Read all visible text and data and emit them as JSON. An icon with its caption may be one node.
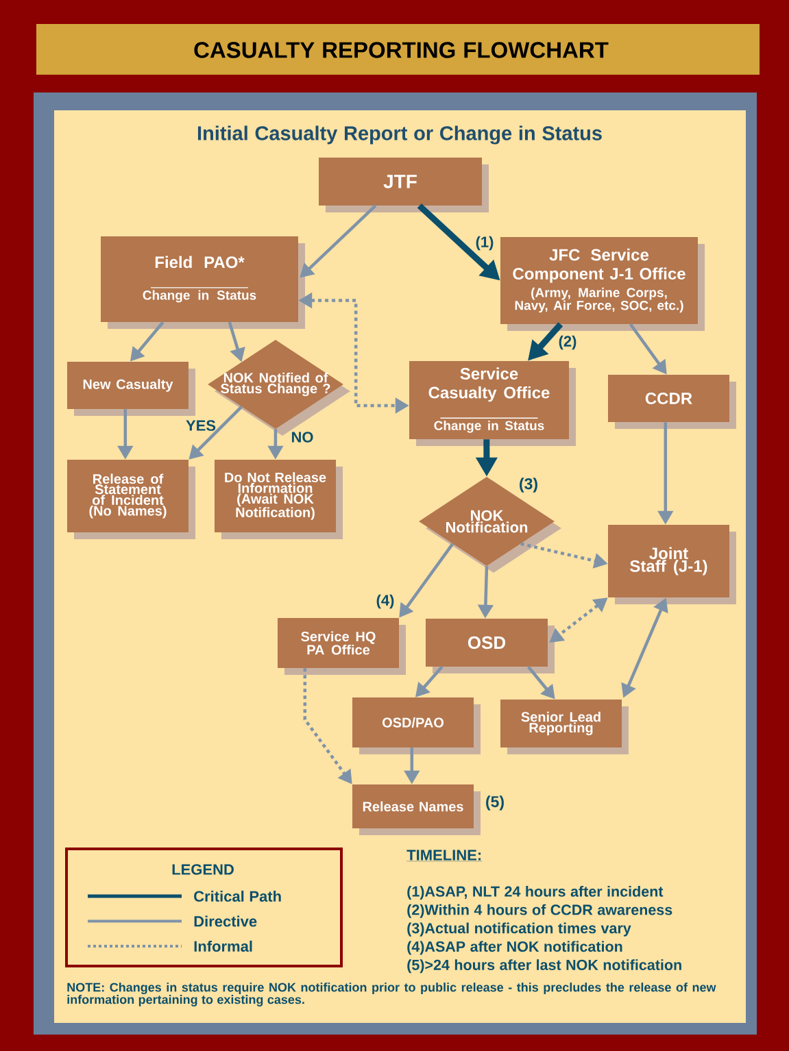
{
  "diagram": {
    "title": "CASUALTY REPORTING FLOWCHART",
    "nodes": [
      {
        "text": [
          "JTF"
        ]
      },
      {
        "text": [
          "Field PAO*",
          "Change in Status"
        ]
      },
      {
        "text": [
          "JFC Service Component J-1 Office",
          "(Army, Marine Corps, Navy, Air Force, SOC, etc.)"
        ]
      },
      {
        "text": [
          "New Casualty"
        ]
      },
      {
        "text": [
          "NOK Notified of Status Change ?"
        ]
      },
      {
        "text": [
          "Service Casualty Office",
          "Change in Status"
        ]
      },
      {
        "text": [
          "CCDR"
        ]
      },
      {
        "text": [
          "Release of Statement of Incident (No Names)"
        ]
      },
      {
        "text": [
          "Do Not Release Information (Await NOK Notification)"
        ]
      },
      {
        "text": [
          "NOK Notification"
        ],
        "beside": [
          "(3)"
        ]
      },
      {
        "text": [
          "Joint Staff (J-1)"
        ]
      },
      {
        "text": [
          "Service HQ PA Office"
        ]
      },
      {
        "text": [
          "OSD"
        ]
      },
      {
        "text": [
          "OSD/PAO"
        ]
      },
      {
        "text": [
          "Senior Lead Reporting"
        ]
      },
      {
        "text": [
          "Release Names"
        ],
        "beside": [
          "(5)"
        ]
      }
    ],
    "edges": [
      {
        "from": 0,
        "to": 1,
        "arrow": "to"
      },
      {
        "from": 0,
        "to": 2,
        "arrow": "to",
        "label": "(1)",
        "style": "thick",
        "color": "#0b4f6c"
      },
      {
        "from": 1,
        "to": 3,
        "arrow": "to"
      },
      {
        "from": 1,
        "to": 4,
        "arrow": "to"
      },
      {
        "from": 1,
        "to": 5,
        "arrow": "both",
        "style": "dashed"
      },
      {
        "from": 2,
        "to": 5,
        "arrow": "to",
        "label": "(2)",
        "style": "thick",
        "color": "#0b4f6c"
      },
      {
        "from": 2,
        "to": 6,
        "arrow": "to"
      },
      {
        "from": 3,
        "to": 7,
        "arrow": "to"
      },
      {
        "from": 4,
        "to": 7,
        "arrow": "to",
        "label": "YES"
      },
      {
        "from": 4,
        "to": 8,
        "arrow": "to",
        "label": "NO"
      },
      {
        "from": 5,
        "to": 9,
        "arrow": "to",
        "style": "thick",
        "color": "#0b4f6c"
      },
      {
        "from": 6,
        "to": 10,
        "arrow": "to"
      },
      {
        "from": 9,
        "to": 10,
        "arrow": "to",
        "style": "dashed"
      },
      {
        "from": 9,
        "to": 11,
        "arrow": "to",
        "label": "(4)"
      },
      {
        "from": 9,
        "to": 12,
        "arrow": "to"
      },
      {
        "from": 10,
        "to": 12,
        "arrow": "both",
        "style": "dashed"
      },
      {
        "from": 10,
        "to": 14,
        "arrow": "both"
      },
      {
        "from": 12,
        "to": 13,
        "arrow": "to"
      },
      {
        "from": 12,
        "to": 14,
        "arrow": "to"
      },
      {
        "from": 11,
        "to": 15,
        "arrow": "to",
        "style": "dashed"
      },
      {
        "from": 13,
        "to": 15,
        "arrow": "to"
      }
    ],
    "labels": [
      "Initial Casualty Report or Change in Status",
      "LEGEND",
      "TIMELINE:",
      "(1)ASAP, NLT 24 hours after incident",
      "(2)Within 4 hours of CCDR awareness",
      "(3)Actual notification times vary",
      "(4)ASAP after NOK notification",
      "(5)>24 hours after last NOK notification",
      "NOTE:  Changes in status require NOK notification prior to public release - this precludes the release of new information pertaining to existing cases."
    ],
    "legend": [
      {
        "text": "Critical Path"
      },
      {
        "text": "Directive"
      },
      {
        "text": "Informal"
      }
    ]
  }
}
